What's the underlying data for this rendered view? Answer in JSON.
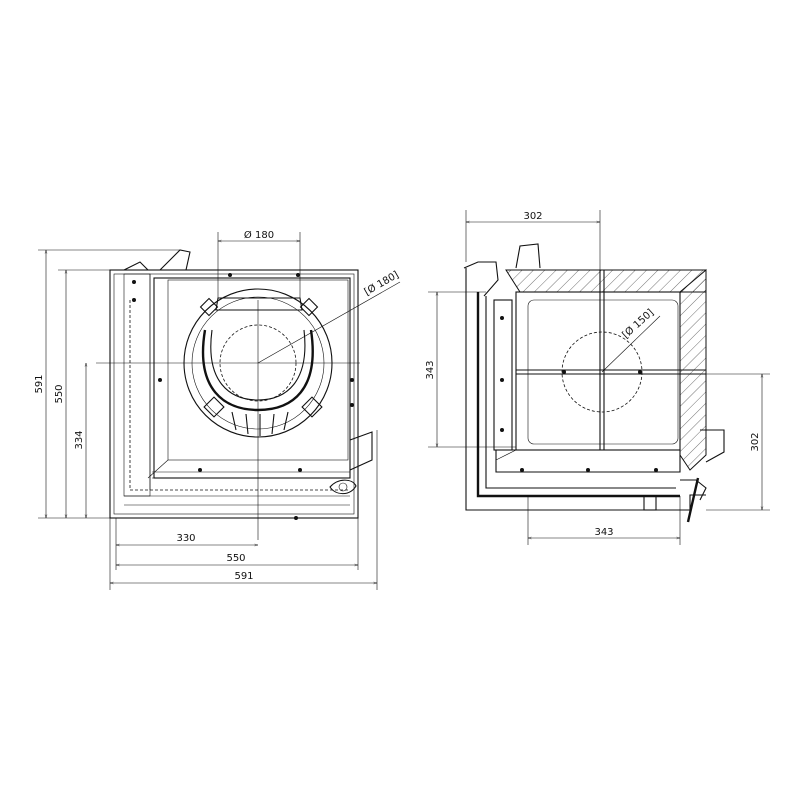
{
  "front_view": {
    "dims": {
      "width_330": "330",
      "width_550": "550",
      "width_591": "591",
      "height_591": "591",
      "height_550": "550",
      "height_334": "334",
      "flue_diameter": "Ø 180",
      "flue_diameter_alt": "[Ø 180]"
    }
  },
  "side_view": {
    "dims": {
      "top_302": "302",
      "left_343": "343",
      "bottom_343": "343",
      "right_302": "302",
      "flue_diameter": "[Ø 150]"
    }
  }
}
